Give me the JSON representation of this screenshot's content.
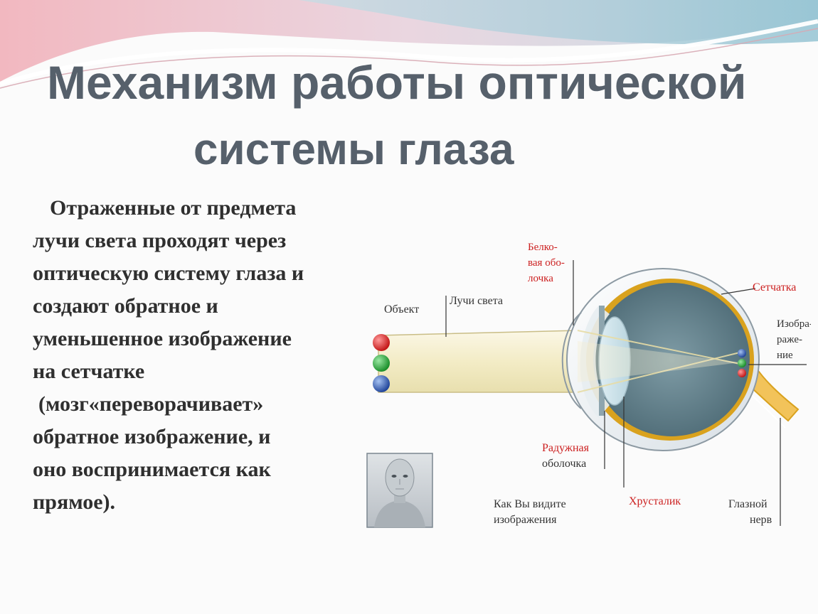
{
  "title": {
    "line1": "Механизм работы оптической",
    "line2": "системы глаза"
  },
  "body": {
    "lines": [
      "Отраженные от предмета",
      "лучи света проходят через",
      "оптическую систему глаза и",
      "создают обратное и",
      "уменьшенное изображение",
      "на сетчатке",
      "(мозг«переворачивает»",
      "обратное изображение, и",
      "оно воспринимается как",
      "прямое)."
    ]
  },
  "diagram": {
    "labels": {
      "object": "Объект",
      "light_rays": "Лучи света",
      "sclera": [
        "Белко-",
        "вая обо-",
        "лочка"
      ],
      "retina": "Сетчатка",
      "image": [
        "Изобра-",
        "раже-",
        "ние"
      ],
      "iris": [
        "Радужная",
        "оболочка"
      ],
      "lens": "Хрусталик",
      "optic_nerve": [
        "Глазной",
        "нерв"
      ],
      "how_you_see": [
        "Как Вы видите",
        "изображения"
      ]
    },
    "colors": {
      "label_red": "#cc2020",
      "label_dark": "#333333",
      "title": "#56606b",
      "sclera": "#e9eef2",
      "eyeball": "#6e8b96",
      "retina_band": "#d9a21e",
      "ball_red": "#d01818",
      "ball_green": "#1a9a2a",
      "ball_blue": "#1f4fa8"
    }
  }
}
